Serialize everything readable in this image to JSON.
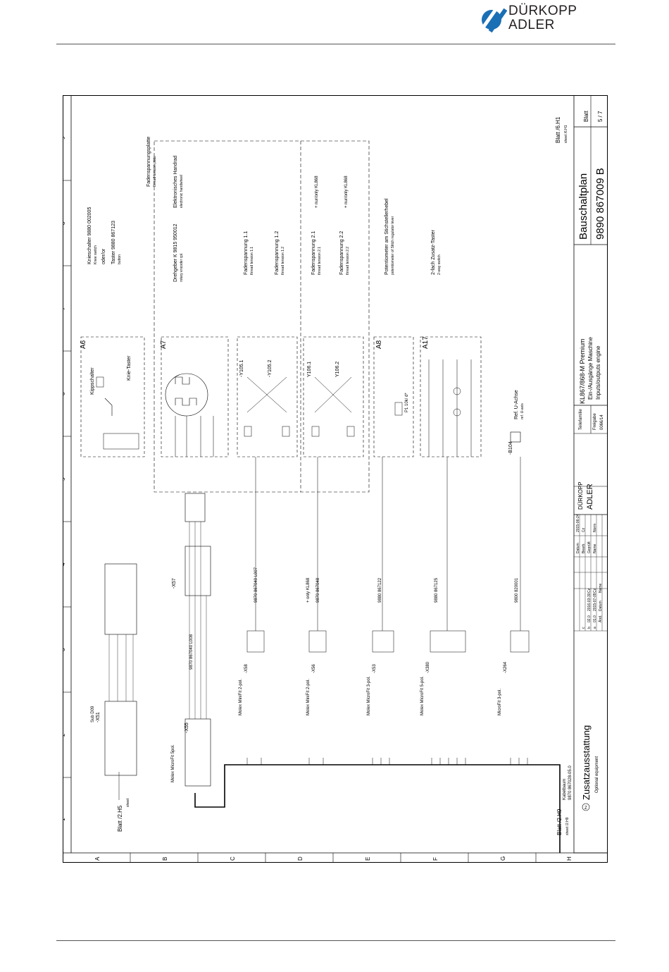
{
  "header": {
    "brand_line1": "DÜRKOPP",
    "brand_line2": "ADLER",
    "brand_color": "#1a6fb5"
  },
  "sheet": {
    "title_de": "Bauschaltplan",
    "doc_number": "9890 867009 B",
    "blatt_label": "Blatt",
    "blatt_value": "5 / 7",
    "model": "KL867/868-M Premium",
    "subtitle_de": "Ein-/Ausgänge Maschine",
    "subtitle_en": "Inputs/outputs engine",
    "teilefamilie": "Teilefamilie",
    "freigabe_label": "Freigabe",
    "freigabe_value": "0066/14",
    "brand_line1": "DÜRKOPP",
    "brand_line2": "ADLER",
    "titleblock_rows": [
      [
        "",
        "",
        "",
        "",
        "Datum",
        "2015-06-24"
      ],
      [
        "c",
        "",
        "",
        "",
        "Bearb.",
        "Cz"
      ],
      [
        "b",
        "02.0",
        "2016-03-30",
        "Cz",
        "Geprüft",
        ""
      ],
      [
        "a",
        "01.0",
        "2015-07-09",
        "Cz",
        "Name",
        "Norm"
      ],
      [
        "",
        "Änd.",
        "Datum",
        "Name",
        "",
        ""
      ]
    ],
    "blatt_left_top": "Blatt /2.H9",
    "sheet_left_top": "sheet /2.H9",
    "blatt_left_mid": "Blatt /2.H5",
    "sheet_left_mid": "sheet",
    "blatt_right": "Blatt /6.H1",
    "sheet_right": "sheet /6.H1",
    "kabelbaum_label": "Kabelbaum",
    "kabelbaum_number": "9870 867028-05.0",
    "zusatz_de": "Zusatzausstattung",
    "zusatz_en": "Optional equipment",
    "col_numbers": [
      "1",
      "2",
      "3",
      "4",
      "5",
      "6",
      "7",
      "8",
      "9"
    ],
    "row_letters": [
      "A",
      "B",
      "C",
      "D",
      "E",
      "F",
      "G",
      "H"
    ],
    "fadenspannungsplatte": "Fadenspannungsplatte",
    "fadenspannungsplatte_en": "thread tension plate",
    "components": {
      "a6_label": "A6",
      "kipp": "Kippschalter",
      "knie": "Knie-Taster",
      "knieschalter": "Knieschalter 9880 002005",
      "knee_switch": "Knee switch",
      "oder": "oder/or",
      "taster": "Taster 9880 867123",
      "button": "button",
      "a7_label": "A7",
      "drehgeber": "Drehgeber K 9815 950012",
      "rotary": "rotary encoder cpl.",
      "handrad": "Elektronisches Handrad",
      "handwheel": "electronic handwheel",
      "faden11": "Fadenspannung 1.1",
      "tension11": "thread tension 1.1",
      "faden12": "Fadenspannung 1.2",
      "tension12": "thread tension 1.2",
      "faden21": "Fadenspannung 2.1",
      "tension21": "thread tension 2.1",
      "faden22": "Fadenspannung 2.2",
      "tension22": "thread tension 2.2",
      "nur868": "+ nur/only KL868",
      "a8_label": "A8",
      "poti": "Potentiometer am Stichstellerhebel",
      "poti_en": "potentiometer of Stitch regulator lever",
      "a17_label": "A17",
      "zusatztaster": "2-fach Zusatz-Taster",
      "twoway": "2-way switch",
      "b104": "-B104",
      "refuachse": "Ref. U-Achse",
      "refuaxis": "ref. U-axis",
      "y1051": "-Y105.1",
      "y1052": "-Y105.2",
      "y1061": "Y106.1",
      "y1062": "Y106.2",
      "x51": "-X51",
      "x51_type": "Sub D09",
      "x55": "-X55",
      "x55_type": "Molex MicroFit 5pol.",
      "x57": "-X57",
      "x58": "-X58",
      "x58_type": "Molex MiniFit 2-pol.",
      "x56": "-X56",
      "x56_type": "Molex MiniFit 2-pol.",
      "x53": "-X53",
      "x53_type": "Molex MicroFit 3-pol.",
      "x380": "-X380",
      "x380_type": "Molex MicroFit 5-pol.",
      "x264": "-X264",
      "x264_type": "MicroFit 3-pol.",
      "cable1": "9870 867040 L008",
      "cable2": "9870 867040 L007",
      "cable3": "9870 867048",
      "only868": "+ only KL868",
      "cable4": "9880 867122",
      "cable5": "9880 867125",
      "cable6": "9800 820001",
      "pi": "P1 10k/ d*"
    }
  }
}
